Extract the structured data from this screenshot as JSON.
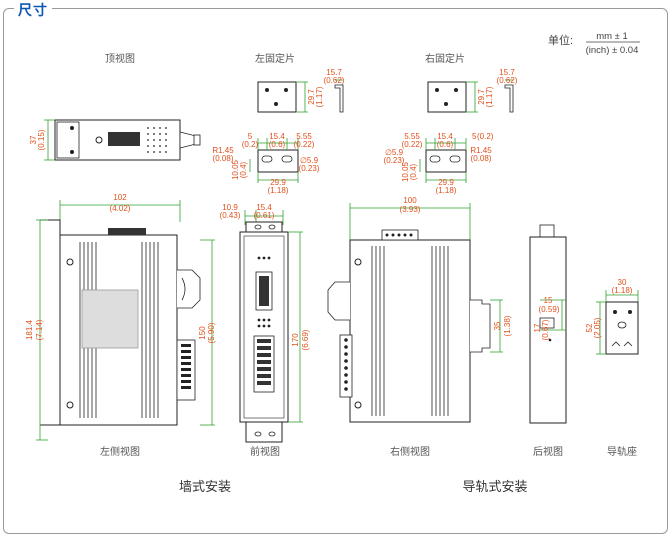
{
  "header": {
    "title": "尺寸"
  },
  "unit": {
    "label": "单位:",
    "top": "mm ± 1",
    "bottom": "(inch) ± 0.04"
  },
  "views": {
    "top": "顶视图",
    "left_bracket": "左固定片",
    "right_bracket": "右固定片",
    "left_side": "左侧视图",
    "front": "前视图",
    "right_side": "右侧视图",
    "rear": "后视图",
    "din_rail": "导轨座"
  },
  "mounting": {
    "wall": "墙式安装",
    "din": "导轨式安装"
  },
  "dims": {
    "d157a": "15.7",
    "d157a_in": "(0.62)",
    "d297a": "29.7",
    "d297a_in": "(1.17)",
    "d157b": "15.7",
    "d157b_in": "(0.62)",
    "d297b": "29.7",
    "d297b_in": "(1.17)",
    "d37": "37",
    "d37_in": "(0.15)",
    "l_5": "5",
    "l_5_in": "(0.2)",
    "l_154": "15.4",
    "l_154_in": "(0.6)",
    "l_555": "5.55",
    "l_555_in": "(0.22)",
    "l_r145": "R1.45",
    "l_r145_in": "(0.08)",
    "l_o59": "∅5.9",
    "l_o59_in": "(0.23)",
    "l_1005": "10.05",
    "l_1005_in": "(0.4)",
    "l_299": "29.9",
    "l_299_in": "(1.18)",
    "r_555": "5.55",
    "r_555_in": "(0.22)",
    "r_154": "15.4",
    "r_154_in": "(0.6)",
    "r_5": "5",
    "r_5_in": "(0.2)",
    "r_o59": "∅5.9",
    "r_o59_in": "(0.23)",
    "r_r145": "R1.45",
    "r_r145_in": "(0.08)",
    "r_1005": "10.05",
    "r_1005_in": "(0.4)",
    "r_299": "29.9",
    "r_299_in": "(1.18)",
    "d102": "102",
    "d102_in": "(4.02)",
    "d1814": "181.4",
    "d1814_in": "(7.14)",
    "d150": "150",
    "d150_in": "(5.90)",
    "d109": "10.9",
    "d109_in": "(0.43)",
    "d154": "15.4",
    "d154_in": "(0.61)",
    "d170": "170",
    "d170_in": "(6.69)",
    "d100": "100",
    "d100_in": "(3.93)",
    "d35": "35",
    "d35_in": "(1.38)",
    "d15": "15",
    "d15_in": "(0.59)",
    "d17": "17",
    "d17_in": "(0.67)",
    "d30": "30",
    "d30_in": "(1.18)",
    "d52": "52",
    "d52_in": "(2.05)"
  },
  "colors": {
    "title": "#0b57b5",
    "dimension_text": "#e2501c",
    "dimension_line": "#2fa32f",
    "frame": "#9a9a9a"
  }
}
